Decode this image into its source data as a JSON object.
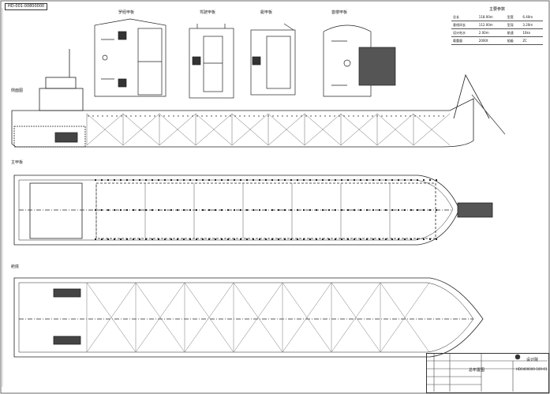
{
  "drawing_number_label": "HD-001-00800000",
  "views": {
    "top_deck_plans": [
      "罗经甲板",
      "驾驶甲板",
      "艇甲板",
      "首楼甲板"
    ],
    "profile": "侧面图",
    "upper_deck": "主甲板",
    "hold": "舱底"
  },
  "principal_particulars": {
    "title": "主要参数",
    "rows": [
      {
        "k1": "总长",
        "v1": "118.00m",
        "k2": "型宽",
        "v2": "6.40m"
      },
      {
        "k1": "垂线间长",
        "v1": "112.00m",
        "k2": "型深",
        "v2": "3.20m"
      },
      {
        "k1": "设计吃水",
        "v1": "2.00m",
        "k2": "航速",
        "v2": "10kn"
      },
      {
        "k1": "载重量",
        "v1": "2000t",
        "k2": "船级",
        "v2": "ZC"
      }
    ]
  },
  "title_block": {
    "drawing_name": "总布置图",
    "drawing_no": "HD0400000-100-01",
    "maker": "设计院"
  }
}
